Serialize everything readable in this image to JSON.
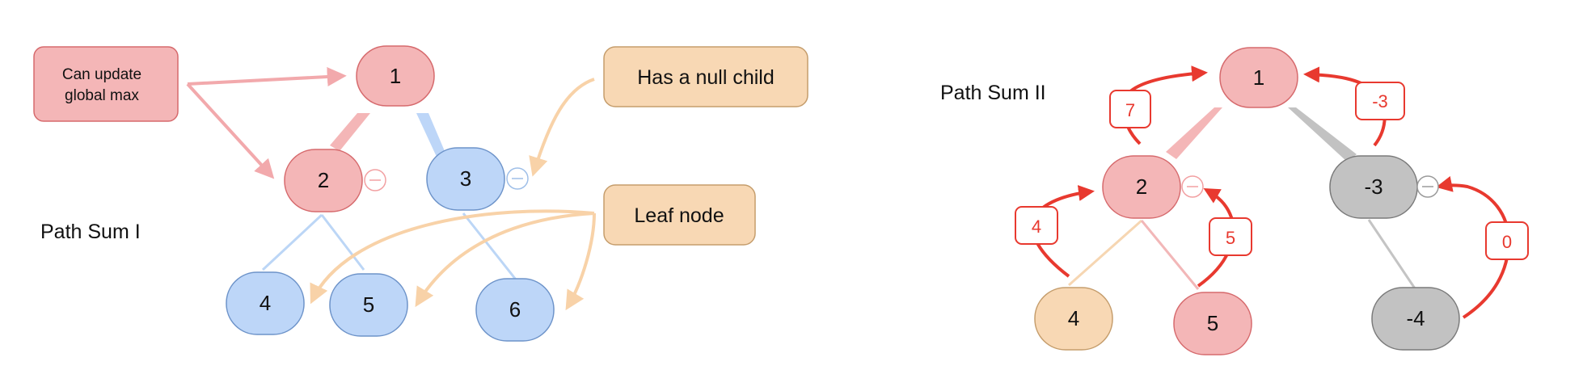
{
  "colors": {
    "pink_fill": "#f4b6b7",
    "pink_stroke": "#d66a6d",
    "blue_fill": "#bdd6f8",
    "blue_stroke": "#6d93c9",
    "peach_fill": "#f8d8b4",
    "peach_stroke": "#c59d6c",
    "gray_fill": "#c2c2c2",
    "gray_stroke": "#7a7a7a",
    "red": "#e8392f",
    "blue_line": "#bcd6f6",
    "peach_line": "#f6d6b2",
    "pink_line": "#f2b7b8",
    "gray_line": "#c4c4c4"
  },
  "left": {
    "title": "Path Sum I",
    "callouts": {
      "update": [
        "Can update",
        "global max"
      ],
      "null": "Has a null child",
      "leaf": "Leaf node"
    },
    "nodes": {
      "root": "1",
      "left": "2",
      "right": "3",
      "ll": "4",
      "lr": "5",
      "rr": "6"
    },
    "null_icon": "minus-circle-icon"
  },
  "right": {
    "title": "Path Sum II",
    "nodes": {
      "root": "1",
      "left": "2",
      "right": "-3",
      "ll": "4",
      "lr": "5",
      "rl": "-4"
    },
    "path_labels": {
      "seven": "7",
      "neg3": "-3",
      "four": "4",
      "five": "5",
      "zero": "0"
    },
    "null_icon": "minus-circle-icon"
  }
}
